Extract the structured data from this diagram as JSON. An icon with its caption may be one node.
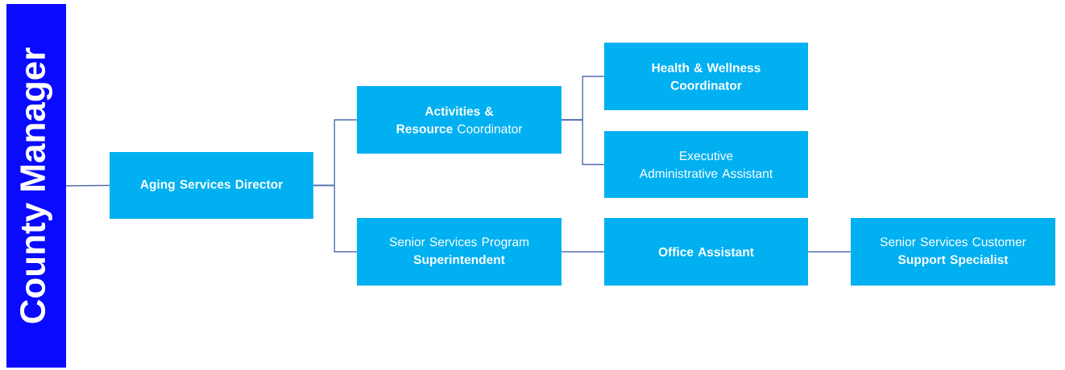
{
  "diagram": {
    "nodes": [
      {
        "text": [
          "County Manager"
        ]
      },
      {
        "text": [
          "Aging Services Director"
        ]
      },
      {
        "text": [
          "**Activities & Resource** Coordinator"
        ]
      },
      {
        "text": [
          "Health & Wellness Coordinator"
        ]
      },
      {
        "text": [
          "Executive Administrative Assistant"
        ]
      },
      {
        "text": [
          "Senior Services Program **Superintendent**"
        ]
      },
      {
        "text": [
          "Office Assistant"
        ]
      },
      {
        "text": [
          "Senior Services Customer **Support Specialist**"
        ]
      }
    ],
    "edges": [
      {
        "from": 0,
        "to": 1,
        "arrow": "none"
      },
      {
        "from": 1,
        "to": 2,
        "arrow": "none"
      },
      {
        "from": 1,
        "to": 5,
        "arrow": "none"
      },
      {
        "from": 2,
        "to": 3,
        "arrow": "none"
      },
      {
        "from": 2,
        "to": 4,
        "arrow": "none"
      },
      {
        "from": 5,
        "to": 6,
        "arrow": "none"
      },
      {
        "from": 6,
        "to": 7,
        "arrow": "none"
      }
    ]
  }
}
